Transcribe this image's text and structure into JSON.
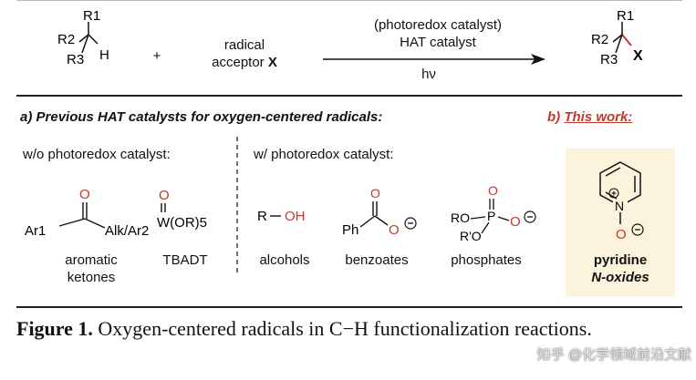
{
  "scheme": {
    "r1": "R1",
    "r2": "R2",
    "r3": "R3",
    "h": "H",
    "plus": "+",
    "acceptor_line1": "radical",
    "acceptor_line2": "acceptor ",
    "acceptor_x": "X",
    "above_arrow_1": "(photoredox catalyst)",
    "above_arrow_2": "HAT catalyst",
    "below_arrow": "hν",
    "product_x": "X"
  },
  "section_a": {
    "title": "a) Previous HAT catalysts for oxygen-centered radicals:"
  },
  "section_b": {
    "prefix": "b) ",
    "title": "This work:"
  },
  "columns": {
    "without": "w/o photoredox catalyst:",
    "with": "w/ photoredox catalyst:"
  },
  "catalysts": {
    "ketone_left": "Ar1",
    "ketone_right": "Alk/Ar2",
    "ketone_o": "O",
    "ketone_label_1": "aromatic",
    "ketone_label_2": "ketones",
    "tbadt_o": "O",
    "tbadt_formula": "W(OR)5",
    "tbadt_label": "TBADT",
    "alcohol_r": "R",
    "alcohol_oh": "OH",
    "alcohol_label": "alcohols",
    "benzoate_ph": "Ph",
    "benzoate_label": "benzoates",
    "phosphate_ro": "RO",
    "phosphate_r2o": "R'O",
    "phosphate_p": "P",
    "phosphate_label": "phosphates",
    "pyridine_label_1": "pyridine",
    "pyridine_label_2": "N-oxides",
    "o_atom": "O",
    "n_atom": "N"
  },
  "caption": {
    "figure": "Figure 1.",
    "text": " Oxygen-centered radicals in C−H functionalization reactions."
  },
  "watermark": "知乎 @化学领域前沿文献",
  "colors": {
    "oxygen_red": "#c0392b",
    "highlight_box": "#fbf3dc"
  }
}
